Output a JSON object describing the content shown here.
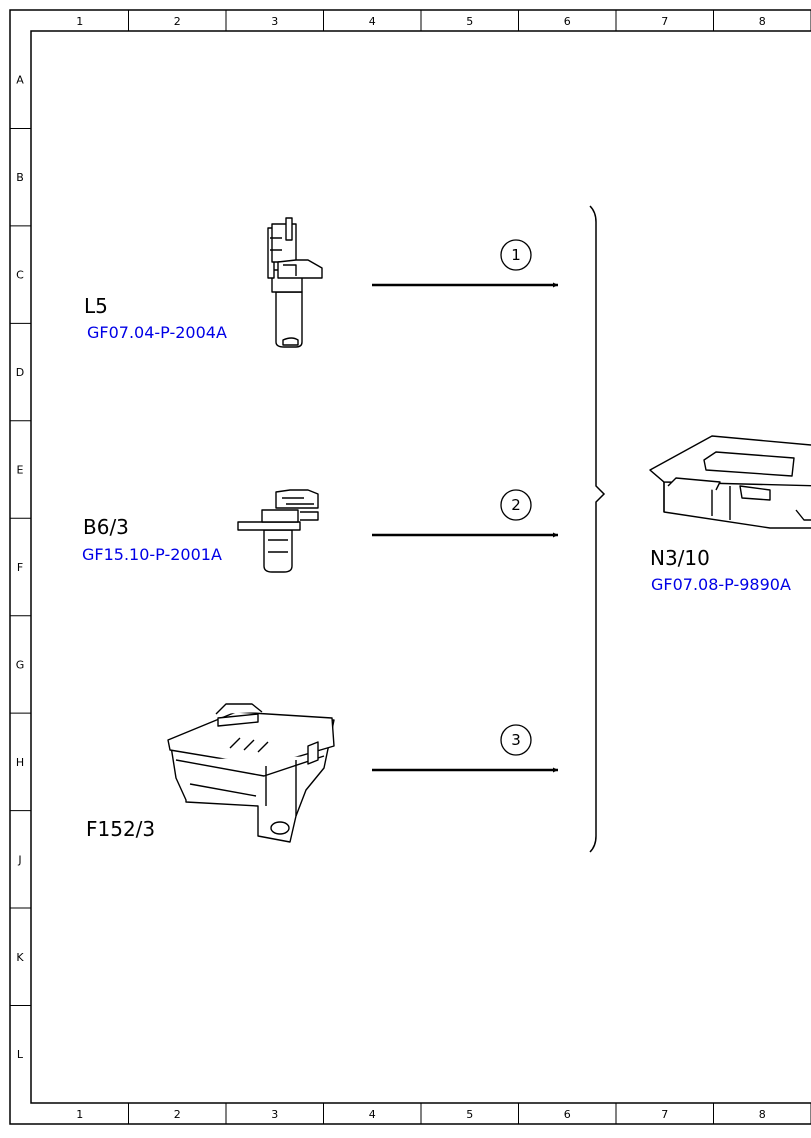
{
  "frame": {
    "columns": [
      "1",
      "2",
      "3",
      "4",
      "5",
      "6",
      "7",
      "8"
    ],
    "rows": [
      "A",
      "B",
      "C",
      "D",
      "E",
      "F",
      "G",
      "H",
      "J",
      "K",
      "L"
    ]
  },
  "components": [
    {
      "id": "L5",
      "doc_ref": "GF07.04-P-2004A"
    },
    {
      "id": "B6/3",
      "doc_ref": "GF15.10-P-2001A"
    },
    {
      "id": "F152/3",
      "doc_ref": ""
    },
    {
      "id": "N3/10",
      "doc_ref": "GF07.08-P-9890A"
    }
  ],
  "arrows": [
    {
      "number": "1"
    },
    {
      "number": "2"
    },
    {
      "number": "3"
    }
  ],
  "colors": {
    "line": "#000000",
    "link": "#0000e6",
    "background": "#ffffff"
  }
}
